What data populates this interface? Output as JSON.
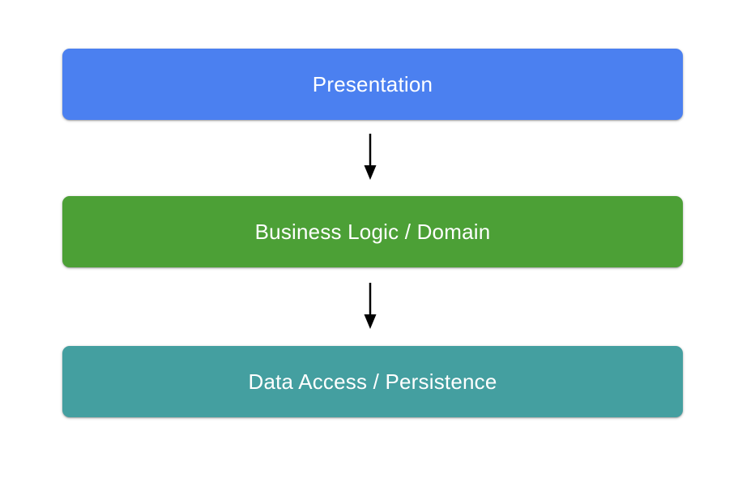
{
  "canvas": {
    "background": "#ffffff"
  },
  "diagram": {
    "type": "layered-architecture-flow",
    "layers": [
      {
        "id": "presentation",
        "label": "Presentation",
        "color": "#4b80f0",
        "text_color": "#ffffff"
      },
      {
        "id": "business-logic",
        "label": "Business Logic / Domain",
        "color": "#4ca036",
        "text_color": "#ffffff"
      },
      {
        "id": "data-access",
        "label": "Data Access / Persistence",
        "color": "#449fa0",
        "text_color": "#ffffff"
      }
    ],
    "connectors": [
      {
        "from": "presentation",
        "to": "business-logic",
        "direction": "down",
        "color": "#000000"
      },
      {
        "from": "business-logic",
        "to": "data-access",
        "direction": "down",
        "color": "#000000"
      }
    ]
  }
}
